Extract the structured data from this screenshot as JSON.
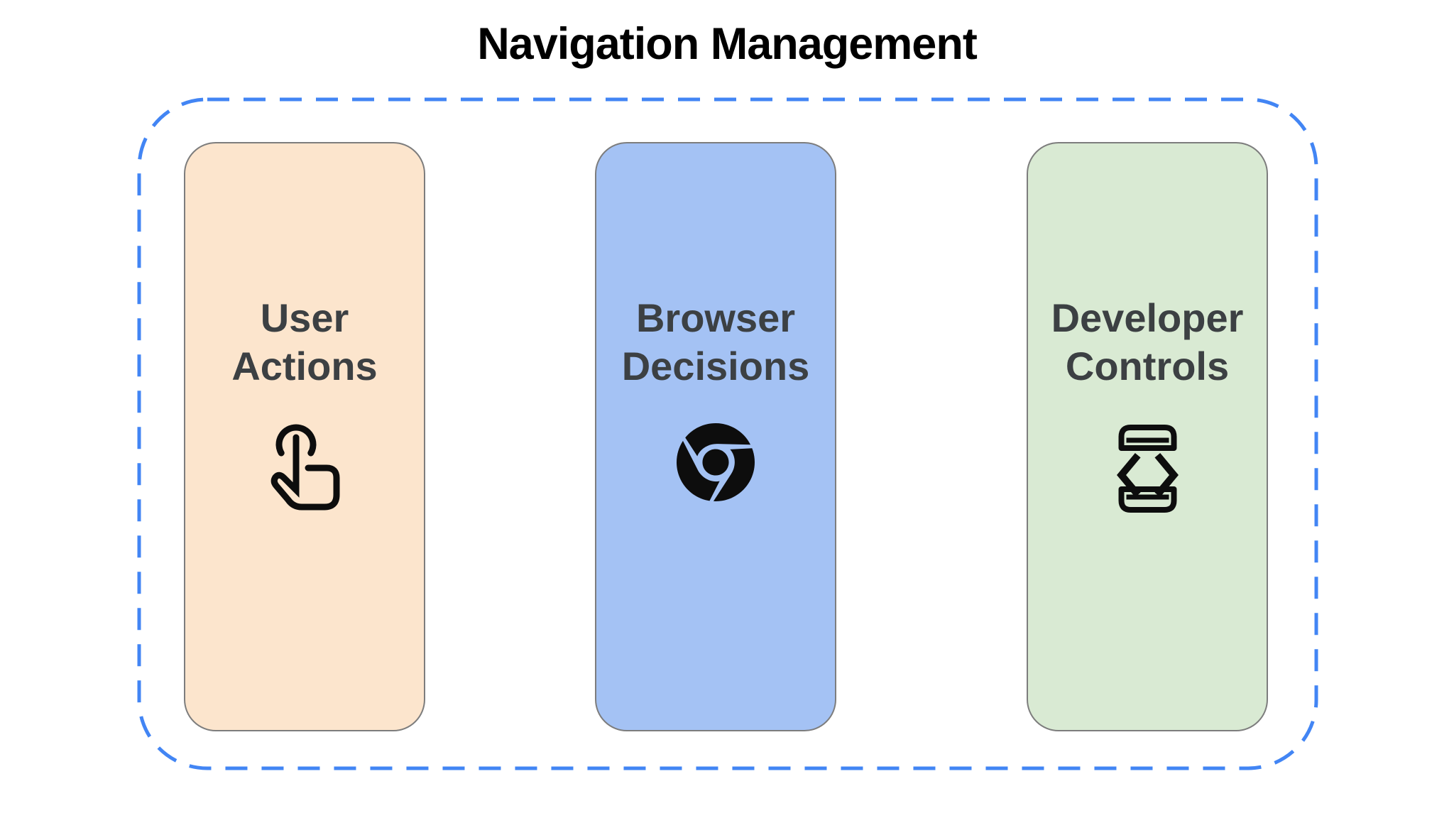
{
  "title": "Navigation Management",
  "colors": {
    "dash_border": "#4285F4",
    "card_border": "#7d7d7d",
    "card_text": "#3C4043",
    "icon": "#0d0d0d",
    "background": "#ffffff"
  },
  "container": {
    "style": "dashed-rounded-rectangle"
  },
  "cards": [
    {
      "label": "User Actions",
      "icon": "tap-gesture-icon",
      "bg": "#FCE5CD"
    },
    {
      "label": "Browser Decisions",
      "icon": "chrome-browser-icon",
      "bg": "#A4C2F4"
    },
    {
      "label": "Developer Controls",
      "icon": "developer-mode-icon",
      "bg": "#D9EAD3"
    }
  ]
}
